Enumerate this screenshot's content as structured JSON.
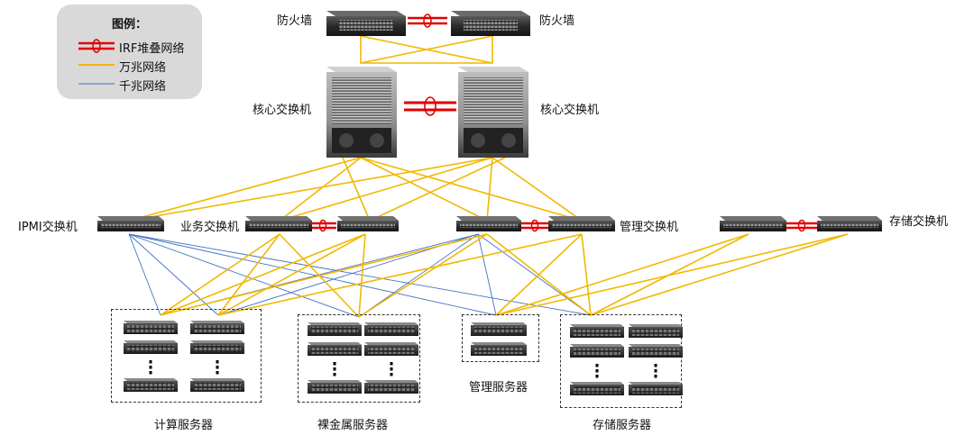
{
  "legend": {
    "title": "图例：",
    "items": [
      {
        "label": "IRF堆叠网络",
        "kind": "irf",
        "color": "#e00000"
      },
      {
        "label": "万兆网络",
        "kind": "10g",
        "color": "#f2b800"
      },
      {
        "label": "千兆网络",
        "kind": "1g",
        "color": "#4472c4"
      }
    ]
  },
  "labels": {
    "firewall_left": "防火墙",
    "firewall_right": "防火墙",
    "core_left": "核心交换机",
    "core_right": "核心交换机",
    "ipmi_switch": "IPMI交换机",
    "business_switch": "业务交换机",
    "mgmt_switch": "管理交换机",
    "storage_switch": "存储交换机",
    "compute_servers": "计算服务器",
    "baremetal_servers": "裸金属服务器",
    "mgmt_servers": "管理服务器",
    "storage_servers": "存储服务器"
  },
  "colors": {
    "irf": "#e00000",
    "ten_gigabit": "#f2b800",
    "gigabit": "#4472c4",
    "legend_bg": "#d9d9d9"
  }
}
